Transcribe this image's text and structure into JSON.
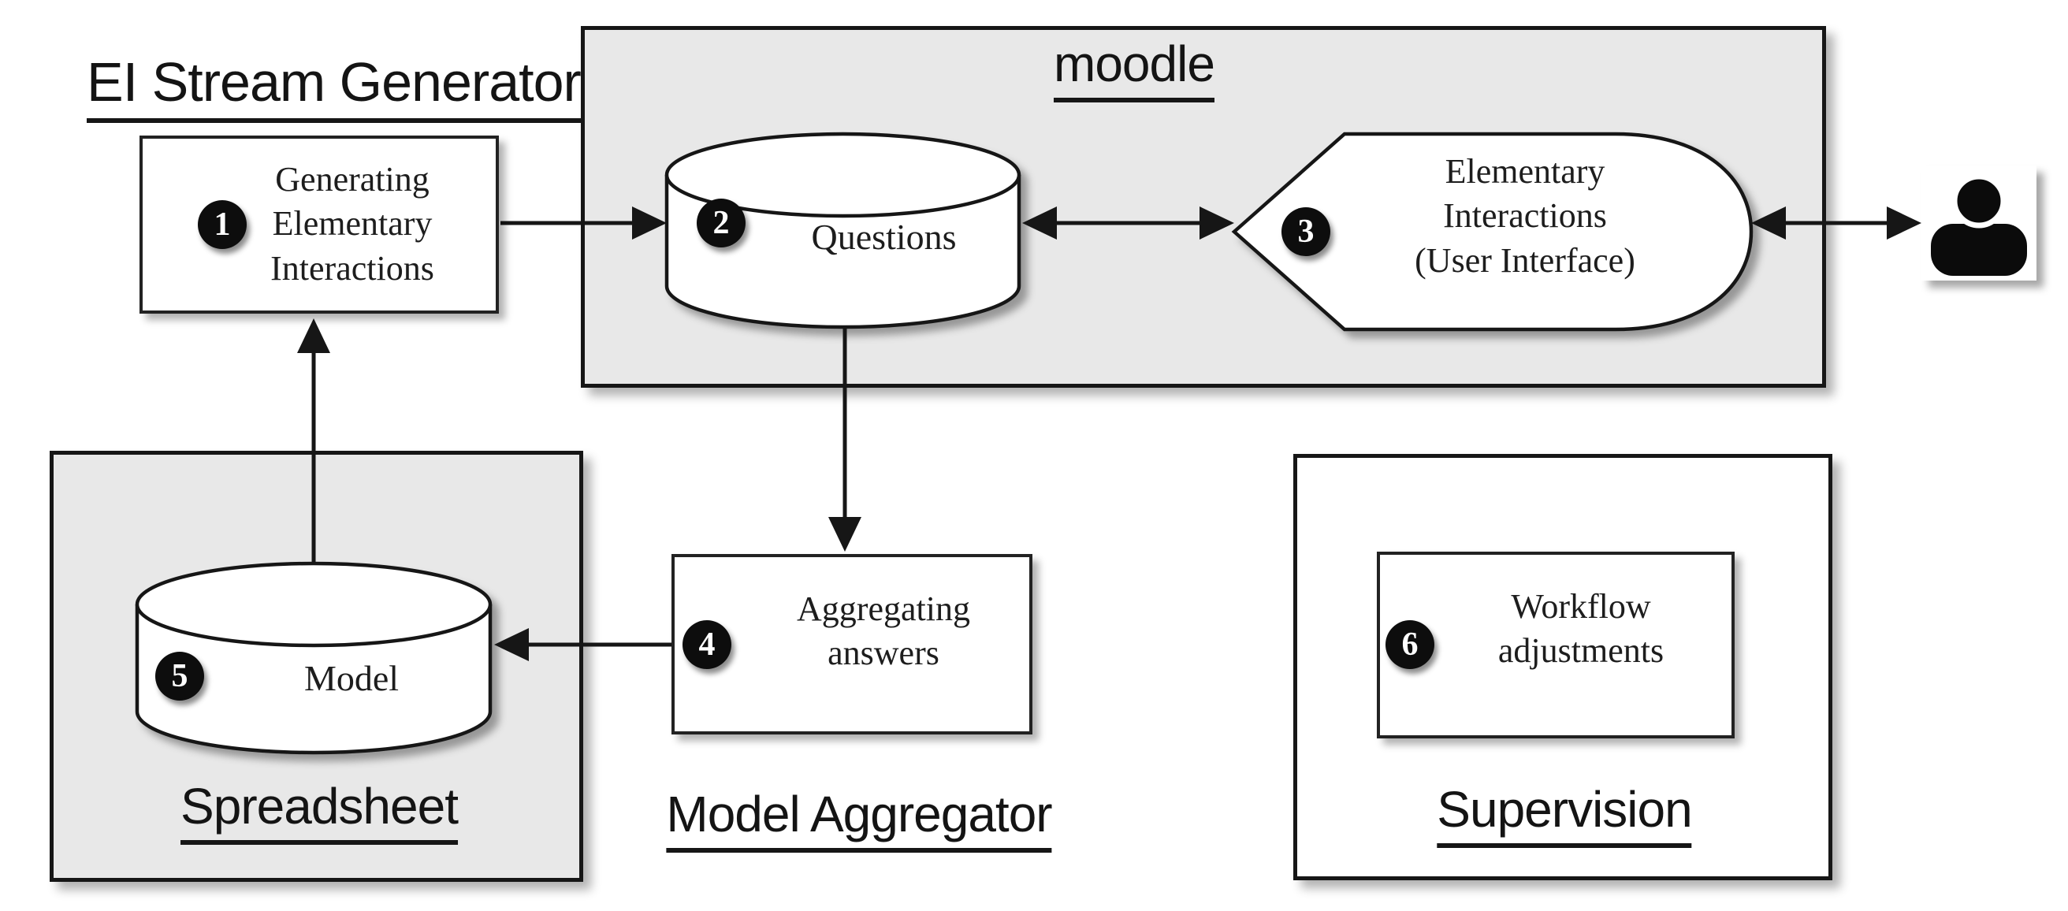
{
  "title": "EI Stream Generator",
  "groups": {
    "moodle": "moodle",
    "spreadsheet": "Spreadsheet",
    "model_aggregator": "Model Aggregator",
    "supervision": "Supervision"
  },
  "nodes": {
    "generating": {
      "badge": "1",
      "lines": [
        "Generating",
        "Elementary",
        "Interactions"
      ]
    },
    "questions": {
      "badge": "2",
      "label": "Questions"
    },
    "ei_ui": {
      "badge": "3",
      "lines": [
        "Elementary",
        "Interactions",
        "(User Interface)"
      ]
    },
    "aggregating": {
      "badge": "4",
      "lines": [
        "Aggregating",
        "answers"
      ]
    },
    "model": {
      "badge": "5",
      "label": "Model"
    },
    "workflow": {
      "badge": "6",
      "lines": [
        "Workflow",
        "adjustments"
      ]
    }
  },
  "icons": {
    "user": "user-icon"
  },
  "colors": {
    "container_fill": "#e8e8e8",
    "node_fill": "#ffffff",
    "stroke": "#161616"
  }
}
